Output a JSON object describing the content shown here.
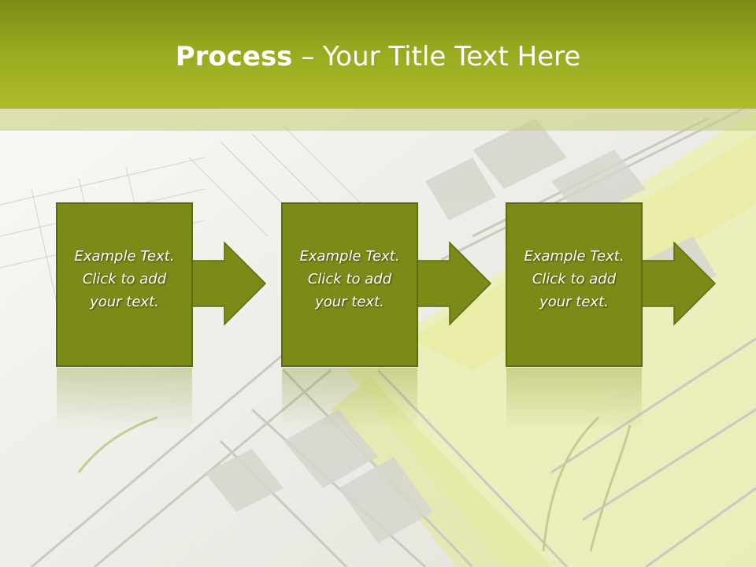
{
  "title": {
    "bold": "Process",
    "rest": " – Your Title Text Here"
  },
  "steps": [
    {
      "lines": [
        "Example Text.",
        "Click  to add",
        "your text."
      ]
    },
    {
      "lines": [
        "Example Text.",
        "Click  to add",
        "your text."
      ]
    },
    {
      "lines": [
        "Example Text.",
        "Click  to add",
        "your text."
      ]
    }
  ],
  "colors": {
    "title_bar": "#98a91f",
    "box_fill": "#7c8a18",
    "box_border": "#5e6a10",
    "arrow": "#7c8a18",
    "accent": "#e4ec8c"
  }
}
